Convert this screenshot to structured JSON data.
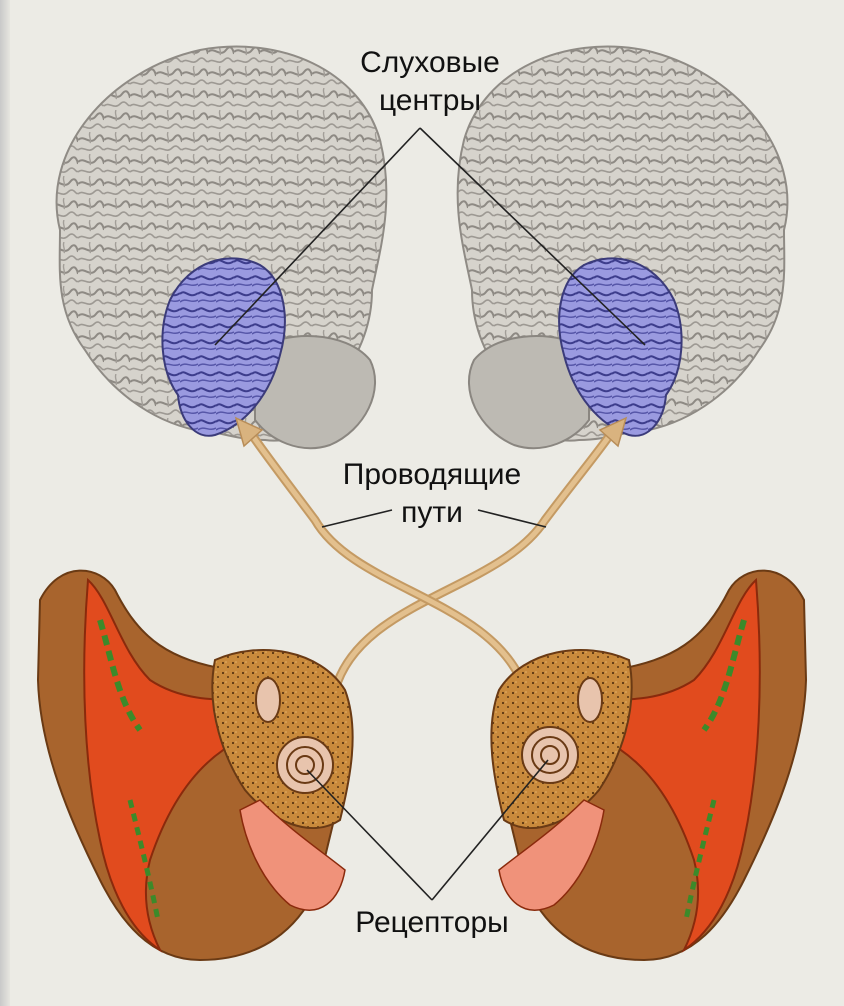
{
  "labels": {
    "auditory_centers_line1": "Слуховые",
    "auditory_centers_line2": "центры",
    "pathways_line1": "Проводящие",
    "pathways_line2": "пути",
    "receptors": "Рецепторы"
  },
  "colors": {
    "background": "#ecebe5",
    "brain_gray": "#c9c6c0",
    "brain_light": "#e4e1da",
    "auditory_cortex": "#8f8fdc",
    "pathway": "#d9b37f",
    "ear_skin": "#a8642d",
    "ear_red": "#e14b1e",
    "bone": "#c98a3c",
    "leader_line": "#222222"
  },
  "icons": {
    "left_brain": "brain-left-hemisphere-icon",
    "right_brain": "brain-right-hemisphere-icon",
    "left_ear": "ear-cross-section-left-icon",
    "right_ear": "ear-cross-section-right-icon"
  }
}
